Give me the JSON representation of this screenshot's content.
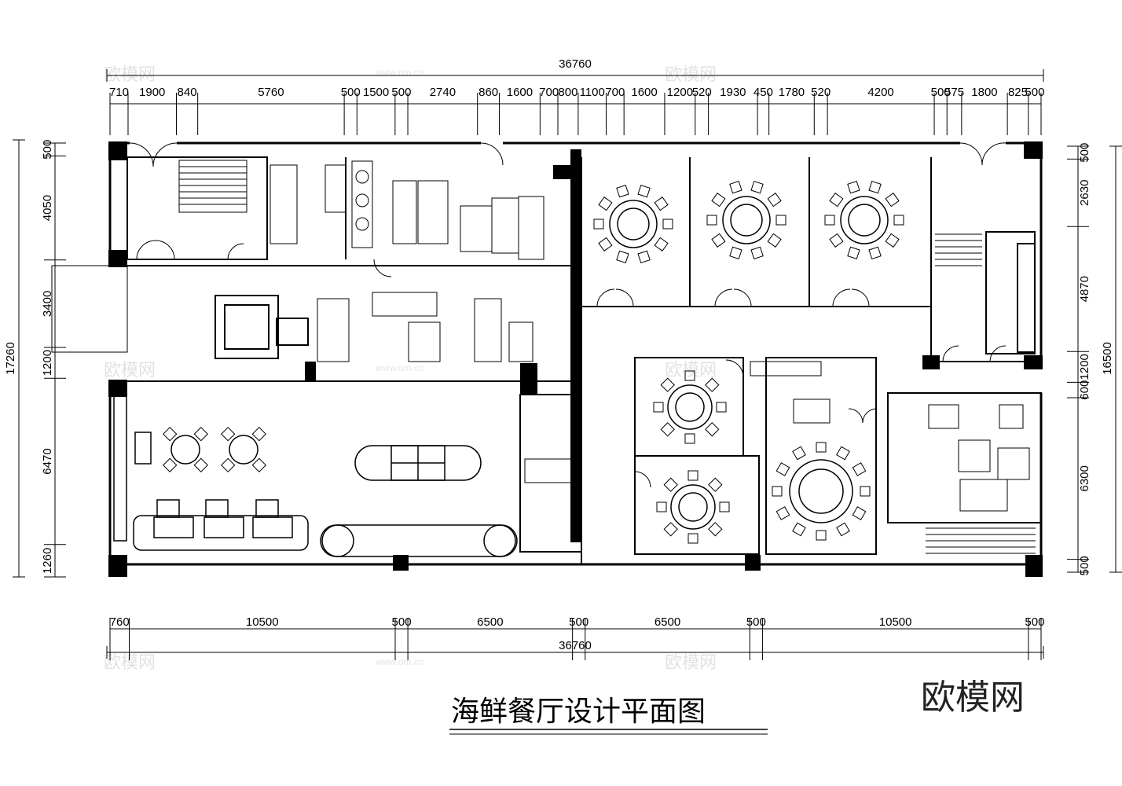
{
  "title": "海鲜餐厅设计平面图",
  "watermark": "欧模网",
  "watermark_url": "www.om.cn",
  "dimensions": {
    "top_total": "36760",
    "top_segments": [
      "710",
      "1900",
      "840",
      "5760",
      "500",
      "1500",
      "500",
      "2740",
      "860",
      "1600",
      "700",
      "800",
      "1100",
      "700",
      "1600",
      "1200",
      "520",
      "1930",
      "450",
      "1780",
      "520",
      "4200",
      "500",
      "575",
      "1800",
      "825",
      "500"
    ],
    "bottom_total": "36760",
    "bottom_segments": [
      "760",
      "10500",
      "500",
      "6500",
      "500",
      "6500",
      "500",
      "10500",
      "500"
    ],
    "left_total": "17260",
    "left_segments": [
      "500",
      "4050",
      "3400",
      "1200",
      "6470",
      "1260"
    ],
    "right_total": "16500",
    "right_segments": [
      "500",
      "2630",
      "4870",
      "1200",
      "600",
      "6300",
      "500"
    ]
  }
}
